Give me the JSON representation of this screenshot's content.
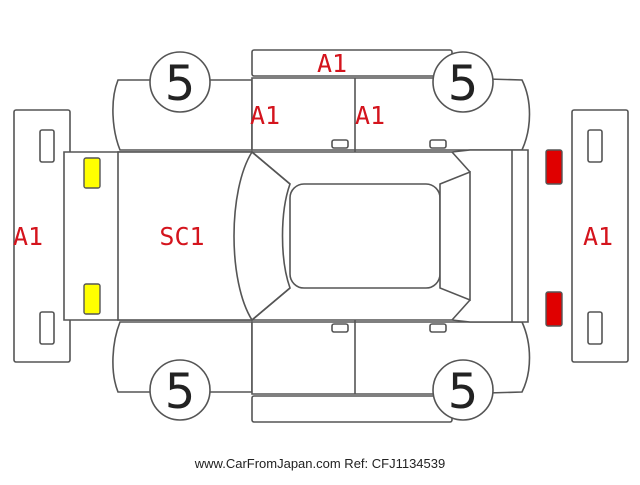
{
  "markers": {
    "roof": "A1",
    "front_door_upper": "A1",
    "rear_door_upper": "A1",
    "front_bumper": "A1",
    "rear_bumper": "A1",
    "hood": "SC1"
  },
  "tires": {
    "front_left_top": "5",
    "rear_left_top": "5",
    "front_left_bottom": "5",
    "rear_left_bottom": "5"
  },
  "colors": {
    "marker_text": "#d4141d",
    "outline": "#555555",
    "front_lamp_fill": "#ffff00",
    "rear_lamp_fill": "#e00000"
  },
  "footer": {
    "text": "www.CarFromJapan.com Ref: CFJ1134539"
  }
}
